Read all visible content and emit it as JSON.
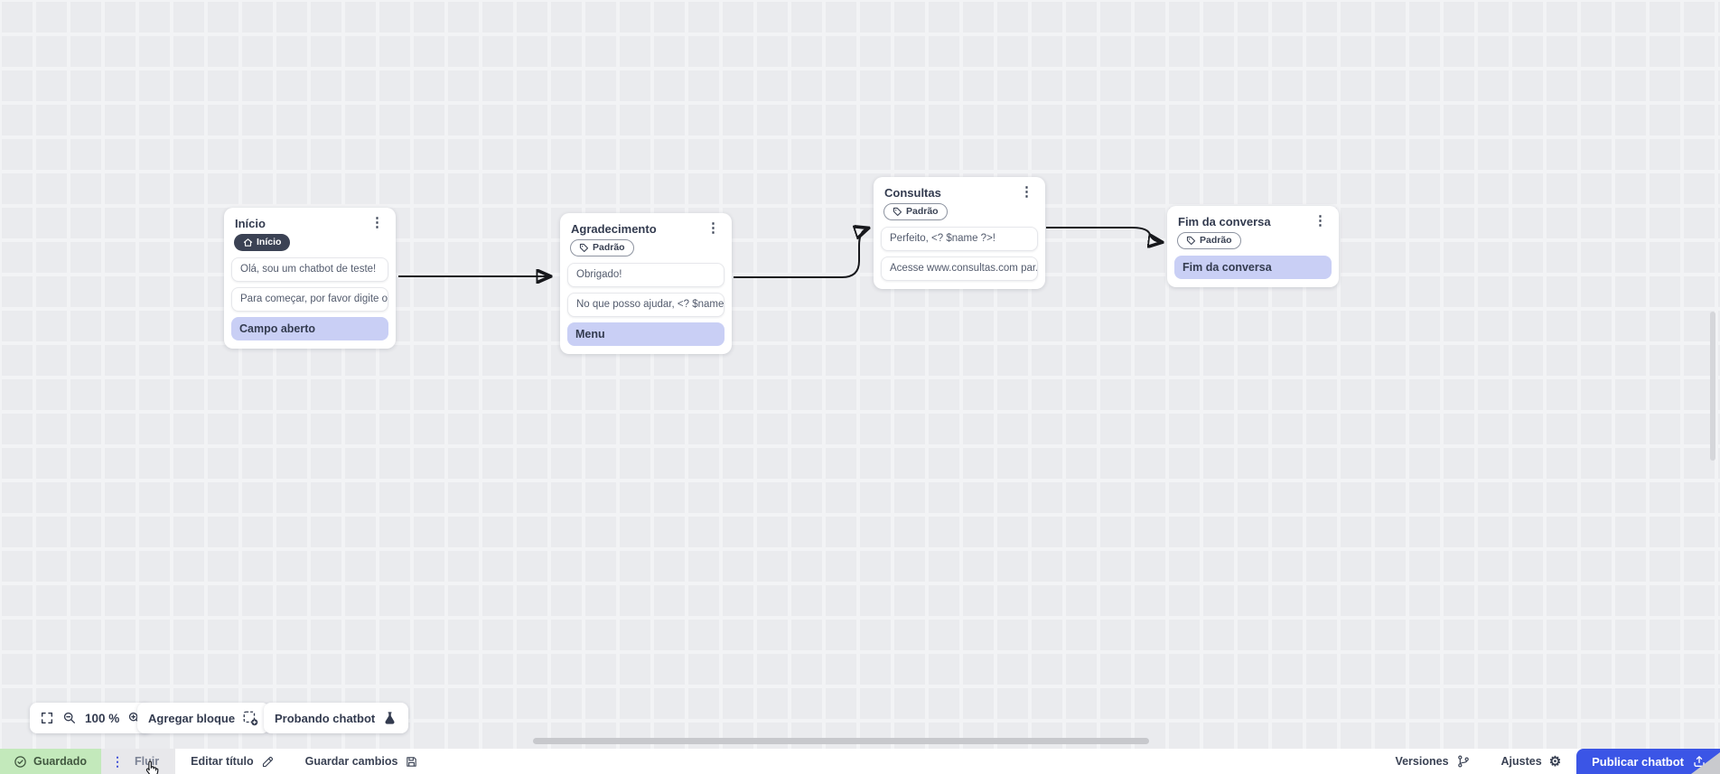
{
  "icons": {
    "kebab": "⋮",
    "gear": "⚙"
  },
  "canvas": {
    "nodes": [
      {
        "title": "Início",
        "badge": "Início",
        "messages": [
          "Olá, sou um chatbot de teste!",
          "Para começar, por favor digite o ..."
        ],
        "action": "Campo aberto"
      },
      {
        "title": "Agradecimento",
        "badge": "Padrão",
        "messages": [
          "Obrigado!",
          "No que posso ajudar, <? $name ..."
        ],
        "action": "Menu"
      },
      {
        "title": "Consultas",
        "badge": "Padrão",
        "messages": [
          "Perfeito, <? $name ?>!",
          "Acesse www.consultas.com par..."
        ]
      },
      {
        "title": "Fim da conversa",
        "badge": "Padrão",
        "action": "Fim da conversa"
      }
    ]
  },
  "toolbar": {
    "zoom_level": "100 %",
    "add_block": "Agregar bloque",
    "test_chatbot": "Probando chatbot"
  },
  "statusbar": {
    "saved": "Guardado",
    "flow_tab": "Fluir",
    "edit_title": "Editar título",
    "save_changes": "Guardar cambios",
    "versions": "Versiones",
    "settings": "Ajustes",
    "publish": "Publicar chatbot"
  },
  "colors": {
    "accent_blue": "#3b55e6",
    "saved_green_bg": "#c3e9bb",
    "lavender_block": "#c9cff5",
    "dark_badge": "#3b4254",
    "edge_stroke": "#17181c"
  }
}
